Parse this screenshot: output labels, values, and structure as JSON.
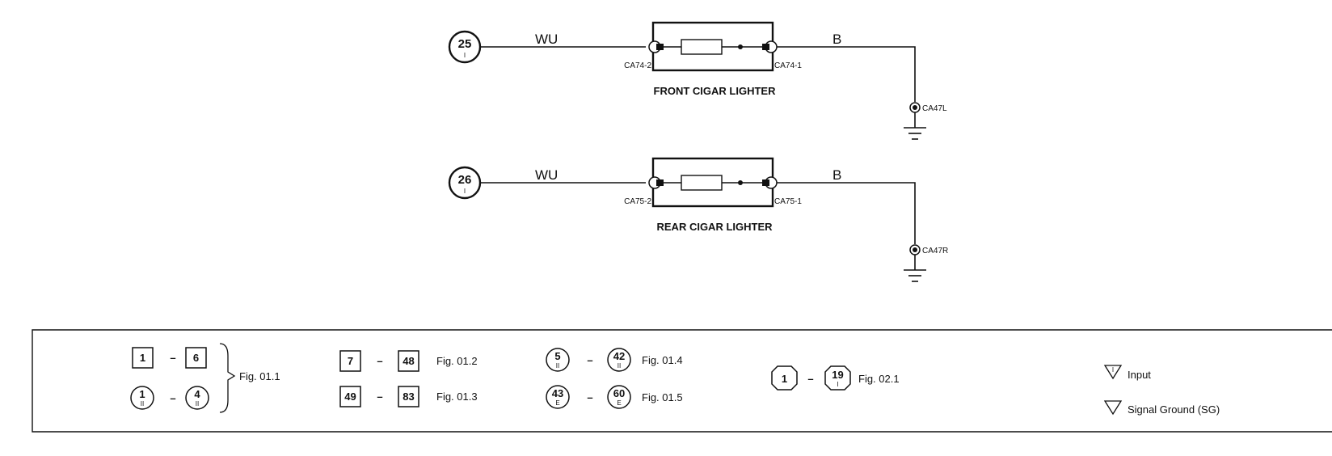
{
  "circuits": [
    {
      "name": "FRONT CIGAR LIGHTER",
      "node": {
        "number": "25",
        "sub": "I"
      },
      "wire_in": "WU",
      "wire_out": "B",
      "pin_left": "CA74-2",
      "pin_right": "CA74-1",
      "ground": "CA47L"
    },
    {
      "name": "REAR CIGAR LIGHTER",
      "node": {
        "number": "26",
        "sub": "I"
      },
      "wire_in": "WU",
      "wire_out": "B",
      "pin_left": "CA75-2",
      "pin_right": "CA75-1",
      "ground": "CA47R"
    }
  ],
  "legend": {
    "group1": {
      "box_from": "1",
      "box_to": "6",
      "circle_from": {
        "number": "1",
        "sub": "II"
      },
      "circle_to": {
        "number": "4",
        "sub": "II"
      },
      "fig": "Fig. 01.1"
    },
    "group2": [
      {
        "from": "7",
        "to": "48",
        "fig": "Fig. 01.2"
      },
      {
        "from": "49",
        "to": "83",
        "fig": "Fig. 01.3"
      }
    ],
    "group3": [
      {
        "from": {
          "number": "5",
          "sub": "II"
        },
        "to": {
          "number": "42",
          "sub": "II"
        },
        "fig": "Fig. 01.4"
      },
      {
        "from": {
          "number": "43",
          "sub": "E"
        },
        "to": {
          "number": "60",
          "sub": "E"
        },
        "fig": "Fig. 01.5"
      }
    ],
    "group4": {
      "from": {
        "number": "1",
        "sub": ""
      },
      "to": {
        "number": "19",
        "sub": "I"
      },
      "fig": "Fig. 02.1"
    },
    "symbols": [
      {
        "icon": "input-triangle-icon",
        "glyph": "I",
        "label": "Input"
      },
      {
        "icon": "signal-ground-triangle-icon",
        "glyph": "",
        "label": "Signal Ground (SG)"
      }
    ],
    "dash": "–"
  }
}
